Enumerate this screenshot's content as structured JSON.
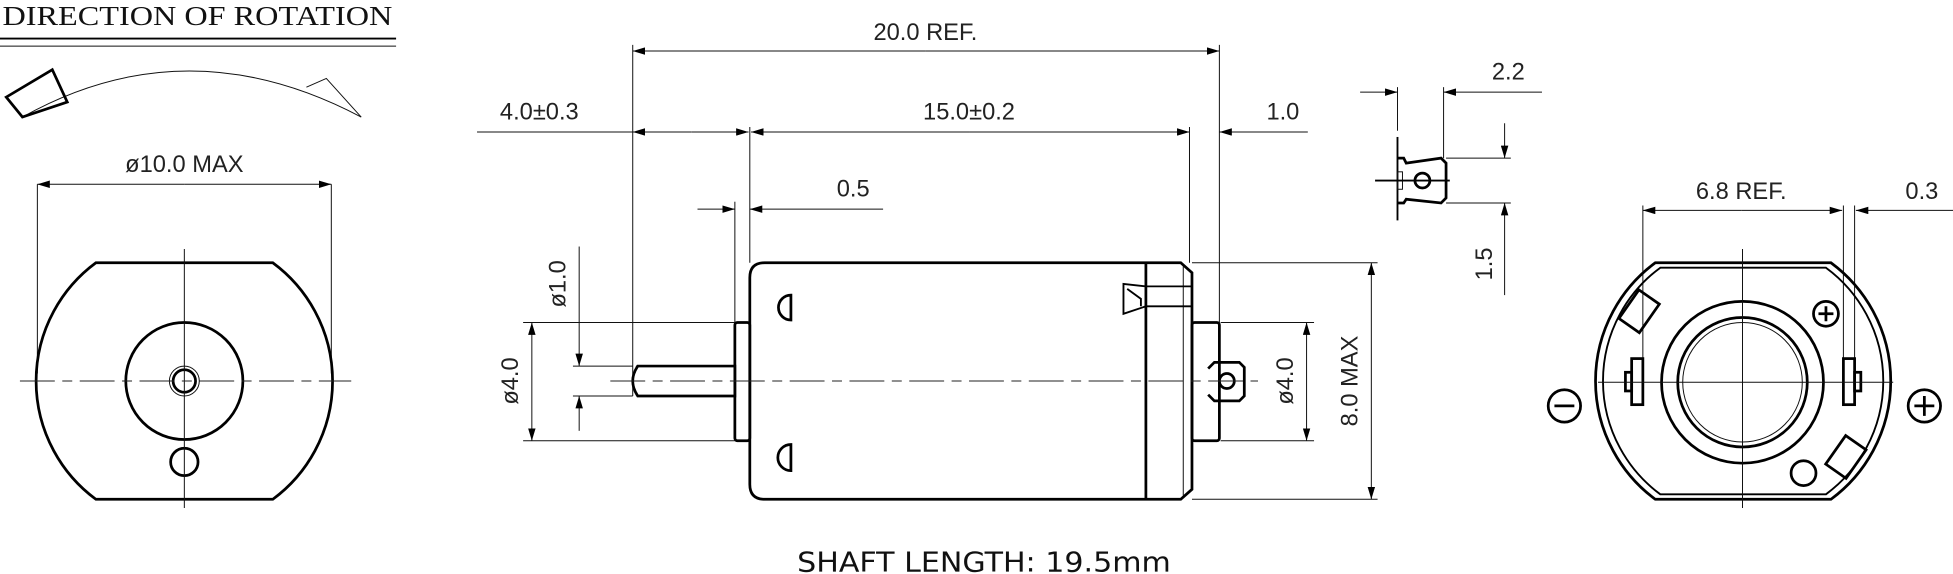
{
  "drawing": {
    "rotation_title": "DIRECTION OF ROTATION",
    "dims": {
      "dia_10_max": "ø10.0 MAX",
      "ref_20": "20.0 REF.",
      "shaft_ext": "4.0±0.3",
      "body_len": "15.0±0.2",
      "cap": "1.0",
      "boss": "0.5",
      "dia_1": "ø1.0",
      "dia_4_left": "ø4.0",
      "dia_4_right": "ø4.0",
      "height_8_max": "8.0 MAX",
      "term_2_2": "2.2",
      "term_1_5": "1.5",
      "ref_6_8": "6.8 REF.",
      "gap_0_3": "0.3"
    },
    "shaft_note": "SHAFT LENGTH: 19.5mm",
    "colors": {
      "line": "#000000",
      "background": "#ffffff"
    }
  }
}
